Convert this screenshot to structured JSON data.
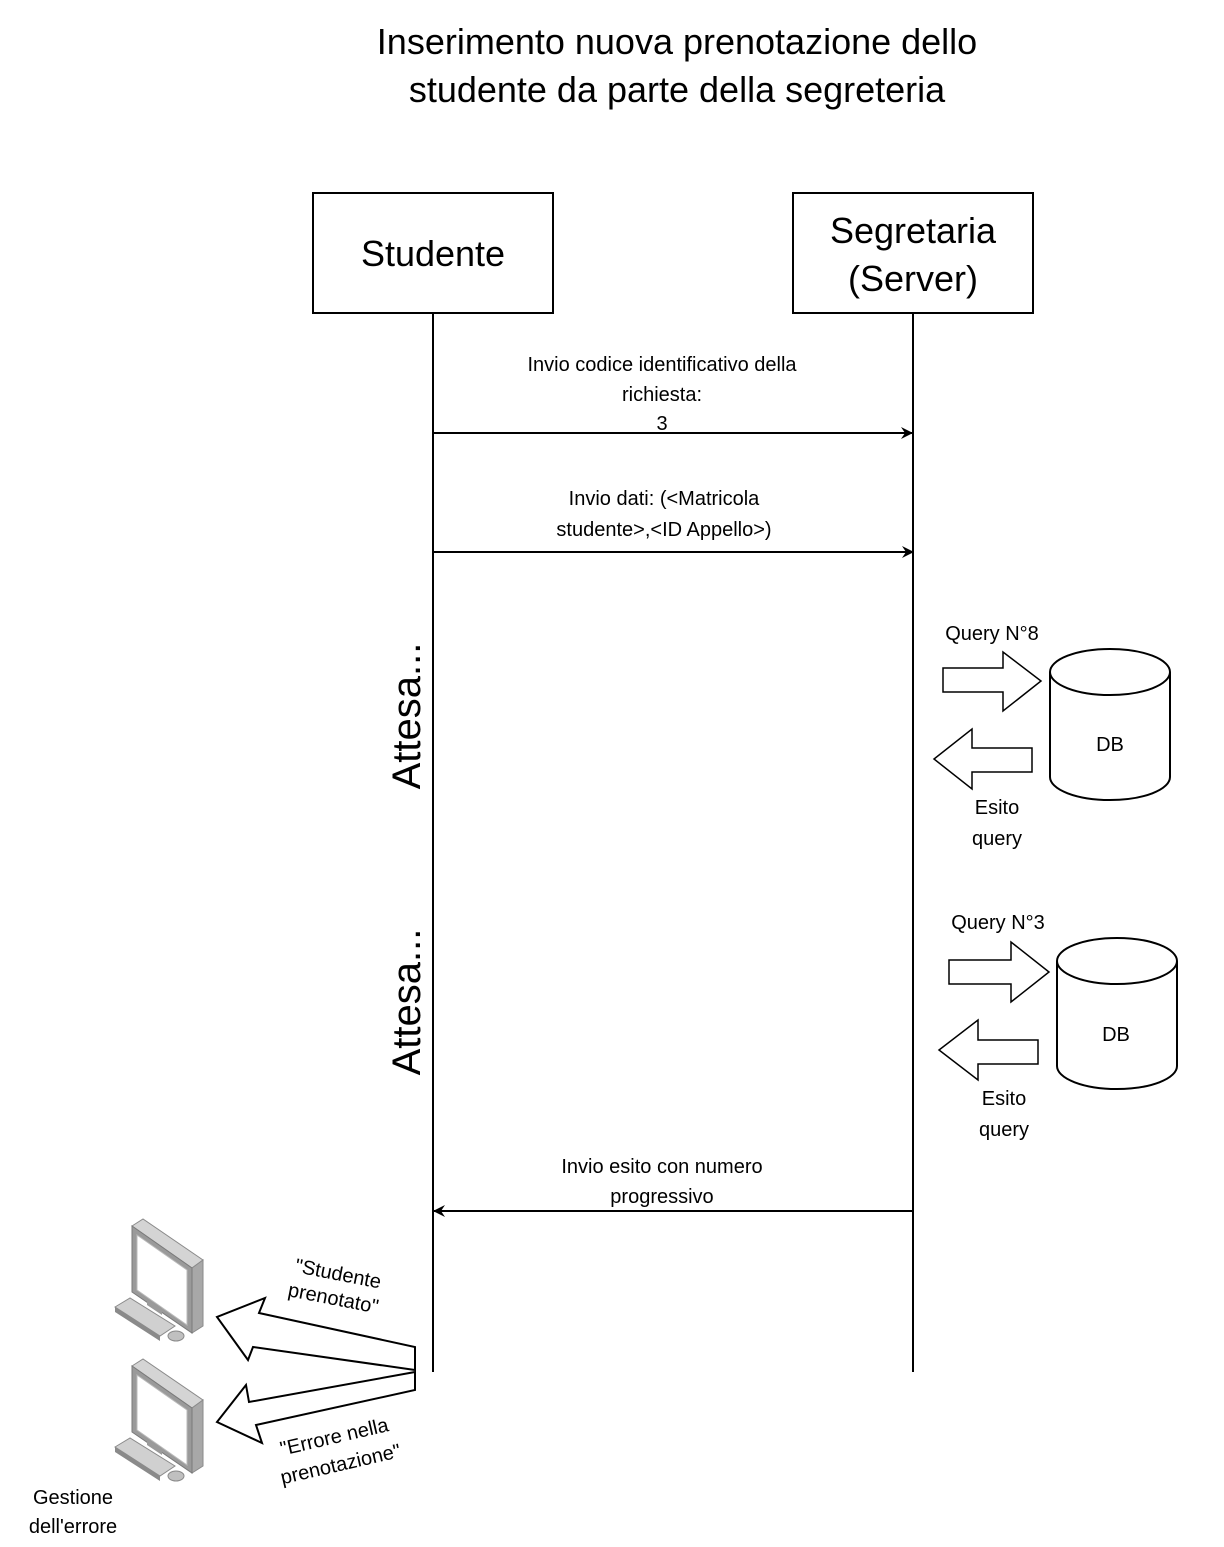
{
  "title": {
    "line1": "Inserimento nuova prenotazione dello",
    "line2": "studente da parte della segreteria"
  },
  "actors": {
    "student": {
      "label": "Studente"
    },
    "server": {
      "line1": "Segretaria",
      "line2": "(Server)"
    }
  },
  "messages": {
    "m1": {
      "line1": "Invio codice identificativo della",
      "line2": "richiesta:",
      "line3": "3"
    },
    "m2": {
      "line1": "Invio dati: (<Matricola",
      "line2": "studente>,<ID Appello>)"
    },
    "m3": {
      "line1": "Invio esito con numero",
      "line2": "progressivo"
    }
  },
  "waits": {
    "w1": "Attesa...",
    "w2": "Attesa..."
  },
  "queries": {
    "q1": {
      "label": "Query N°8",
      "db": "DB",
      "result_line1": "Esito",
      "result_line2": "query"
    },
    "q2": {
      "label": "Query N°3",
      "db": "DB",
      "result_line1": "Esito",
      "result_line2": "query"
    }
  },
  "outcomes": {
    "success": {
      "line1": "\"Studente",
      "line2": "prenotato\""
    },
    "error": {
      "line1": "\"Errore nella",
      "line2": "prenotazione\""
    },
    "error_handling": {
      "line1": "Gestione",
      "line2": "dell'errore"
    }
  },
  "icons": {
    "computer1": "computer-icon",
    "computer2": "computer-icon"
  }
}
